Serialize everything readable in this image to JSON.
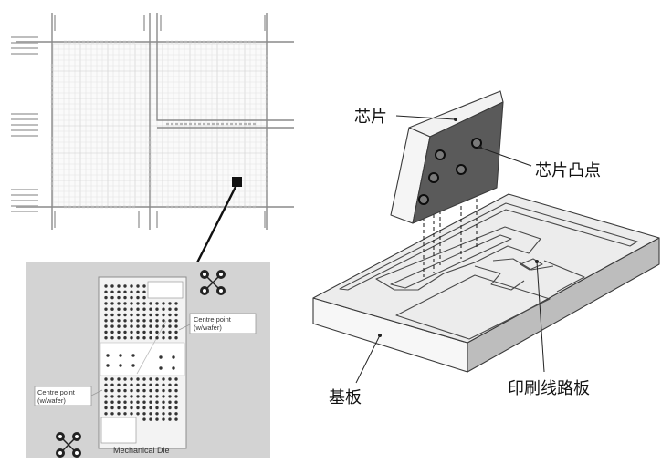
{
  "diagram": {
    "chip_label": "芯片",
    "bump_label": "芯片凸点",
    "substrate_label": "基板",
    "pcb_label": "印刷线路板"
  },
  "inset": {
    "die_caption": "Mechanical Die",
    "note_right": [
      "Centre point",
      "(w/wafer)"
    ],
    "note_left": [
      "Centre point",
      "(w/wafer)"
    ]
  },
  "colors": {
    "chip_face": "#5a5a5a",
    "inset_bg": "#d3d3d3",
    "arrow": "#111111",
    "board_top": "#ececec",
    "board_side_light": "#f7f7f7",
    "board_side_dark": "#bdbdbd"
  }
}
